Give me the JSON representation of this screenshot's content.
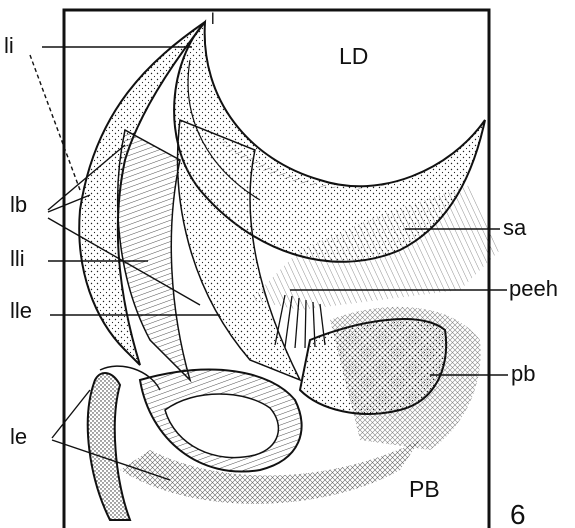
{
  "figure_number": "6",
  "regions": {
    "top": "LD",
    "bottom": "PB"
  },
  "labels": {
    "li": "li",
    "lb": "lb",
    "lli": "lli",
    "lle": "lle",
    "le": "le",
    "sa": "sa",
    "peeh": "peeh",
    "pb": "pb",
    "tip": "l"
  },
  "colors": {
    "ink": "#111111",
    "paper": "#ffffff"
  }
}
